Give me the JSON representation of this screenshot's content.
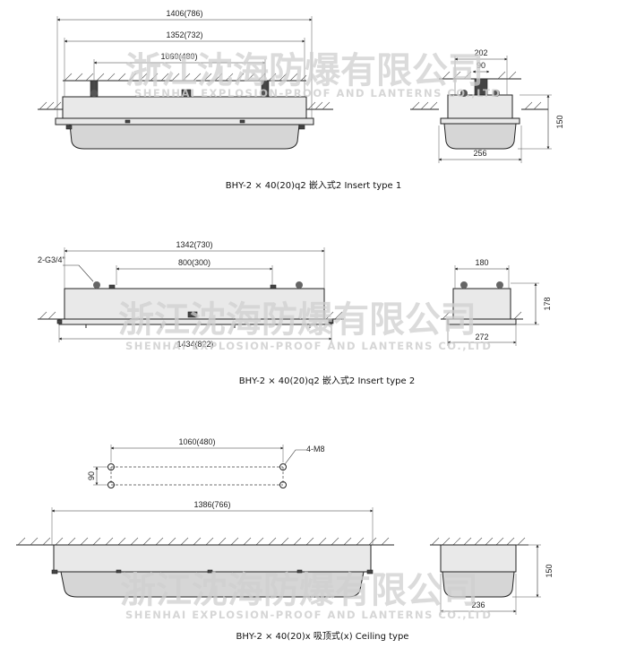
{
  "watermark": {
    "chinese": "浙江沈海防爆有限公司",
    "english": "SHENHAI EXPLOSION-PROOF AND LANTERNS CO.,LTD"
  },
  "section1": {
    "caption": "BHY-2 × 40(20)q2 嵌入式2 Insert type 1",
    "dim_overall": "1406(786)",
    "dim_middle": "1352(732)",
    "dim_mount": "1060(480)",
    "side_dim_top": "202",
    "side_dim_inner": "90",
    "side_dim_height": "150",
    "side_dim_bottom": "256"
  },
  "section2": {
    "caption": "BHY-2 × 40(20)q2 嵌入式2 Insert type 2",
    "label_conduit": "2-G3/4\"",
    "dim_top": "1342(730)",
    "dim_mount": "800(300)",
    "dim_bottom": "1434(822)",
    "side_dim_top": "180",
    "side_dim_height": "178",
    "side_dim_bottom": "272"
  },
  "section3": {
    "caption": "BHY-2 × 40(20)x 吸顶式(x) Ceiling type",
    "dim_holes": "1060(480)",
    "label_bolts": "4-M8",
    "dim_hole_spacing": "90",
    "dim_length": "1386(766)",
    "side_dim_height": "150",
    "side_dim_bottom": "236"
  }
}
